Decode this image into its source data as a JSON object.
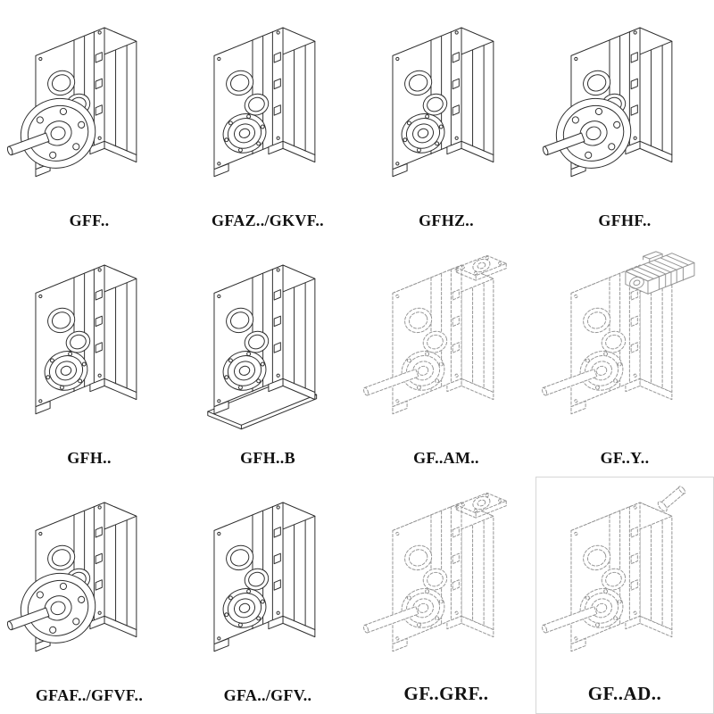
{
  "colors": {
    "background": "#ffffff",
    "solid_line": "#2e2e2e",
    "dashed_line": "#949494",
    "label_text": "#111111"
  },
  "catalog": {
    "items": [
      {
        "label": "GFF..",
        "line_style": "solid",
        "drawing": "flange-mounted-gearbox-solid-shaft"
      },
      {
        "label": "GFAZ../GKVF..",
        "line_style": "solid",
        "drawing": "shaft-mounted-gearbox-hollow-shaft"
      },
      {
        "label": "GFHZ..",
        "line_style": "solid",
        "drawing": "shaft-mounted-gearbox-hollow-shaft"
      },
      {
        "label": "GFHF..",
        "line_style": "solid",
        "drawing": "flange-mounted-gearbox"
      },
      {
        "label": "GFH..",
        "line_style": "solid",
        "drawing": "foot-mounted-gearbox-hollow-shaft"
      },
      {
        "label": "GFH..B",
        "line_style": "solid",
        "drawing": "foot-mounted-gearbox-with-base-plate"
      },
      {
        "label": "GF..AM..",
        "line_style": "dashed",
        "drawing": "gearbox-with-iec-adapter-flange"
      },
      {
        "label": "GF..Y..",
        "line_style": "dashed",
        "drawing": "gearbox-with-mounted-motor"
      },
      {
        "label": "GFAF../GFVF..",
        "line_style": "solid",
        "drawing": "flange-mounted-gearbox-solid-shaft"
      },
      {
        "label": "GFA../GFV..",
        "line_style": "solid",
        "drawing": "shaft-mounted-gearbox-hollow-shaft"
      },
      {
        "label": "GF..GRF..",
        "line_style": "dashed",
        "drawing": "gearbox-with-input-adapter-box"
      },
      {
        "label": "GF..AD..",
        "line_style": "dashed",
        "drawing": "gearbox-with-free-input-shaft"
      }
    ]
  }
}
